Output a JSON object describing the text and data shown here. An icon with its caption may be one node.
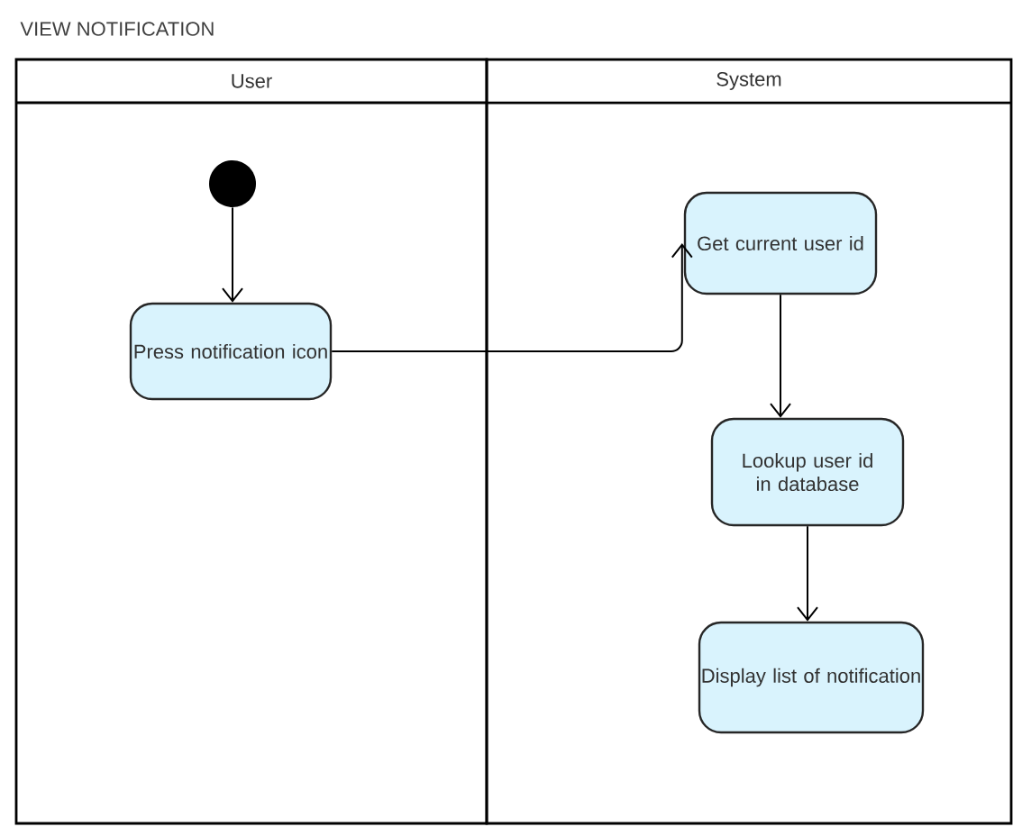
{
  "diagram": {
    "title": "VIEW NOTIFICATION",
    "nodes": [
      {
        "text": [
          "User"
        ]
      },
      {
        "text": [
          "System"
        ]
      },
      {
        "text": [],
        "shape": "circle",
        "in": 0
      },
      {
        "text": [
          "Press notification icon"
        ],
        "in": 0
      },
      {
        "text": [
          "Get current user id"
        ],
        "in": 1
      },
      {
        "text": [
          "Lookup user id in database"
        ],
        "in": 1
      },
      {
        "text": [
          "Display list of notification"
        ],
        "in": 1
      }
    ],
    "edges": [
      {
        "from": 2,
        "to": 3,
        "arrow": "to"
      },
      {
        "from": 3,
        "to": 4,
        "arrow": "to"
      },
      {
        "from": 4,
        "to": 5,
        "arrow": "to"
      },
      {
        "from": 5,
        "to": 6,
        "arrow": "to"
      }
    ]
  }
}
